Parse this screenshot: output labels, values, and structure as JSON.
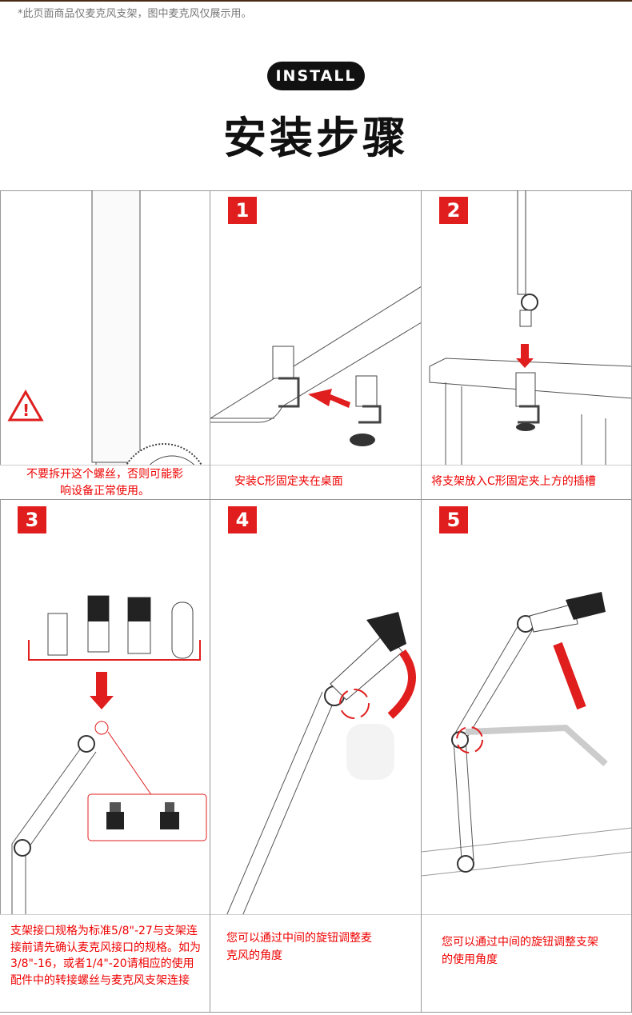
{
  "notice": "*此页面商品仅麦克风支架，图中麦克风仅展示用。",
  "badge": "INSTALL",
  "title": "安装步骤",
  "colors": {
    "accent": "#e01e1e",
    "text": "#111111"
  },
  "panels": [
    {
      "icon": "warning-icon",
      "caption": "不要拆开这个螺丝，否则可能影响设备正常使用。"
    },
    {
      "step": "1",
      "caption": "安装C形固定夹在桌面"
    },
    {
      "step": "2",
      "caption": "将支架放入C形固定夹上方的插槽"
    },
    {
      "step": "3",
      "caption": "支架接口规格为标准5/8\"-27与支架连接前请先确认麦克风接口的规格。如为3/8\"-16，或者1/4\"-20请相应的使用配件中的转接螺丝与麦克风支架连接"
    },
    {
      "step": "4",
      "caption": "您可以通过中间的旋钮调整麦克风的角度"
    },
    {
      "step": "5",
      "caption": "您可以通过中间的旋钮调整支架的使用角度"
    }
  ]
}
